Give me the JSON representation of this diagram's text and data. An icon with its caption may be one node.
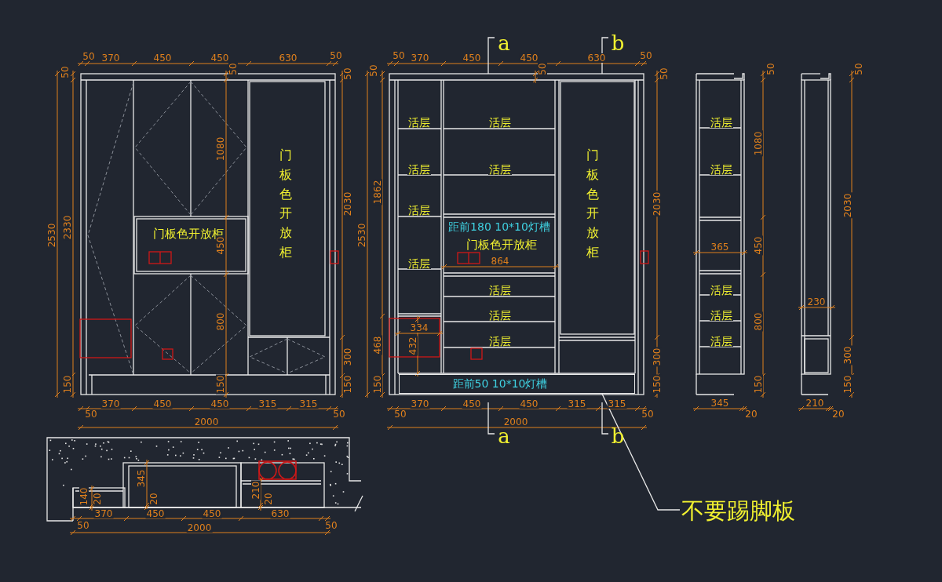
{
  "diagram": {
    "nodes": [
      {
        "text": [
          "不要踢脚板"
        ]
      },
      {
        "text": [],
        "shape": "box"
      }
    ],
    "edges": [
      {
        "from": 0,
        "to": 1,
        "arrow": "none"
      }
    ],
    "labels": [
      "50",
      "370",
      "450",
      "450",
      "630",
      "50",
      "50",
      "50",
      "50",
      "1080",
      "门板色开放柜",
      "门板色开放柜",
      "2530",
      "2330",
      "450",
      "2030",
      "800",
      "300",
      "150",
      "150",
      "150",
      "370",
      "450",
      "450",
      "315",
      "315",
      "50",
      "50",
      "2000",
      "a",
      "b",
      "50",
      "370",
      "450",
      "450",
      "630",
      "50",
      "50",
      "50",
      "50",
      "活层",
      "活层",
      "活层",
      "活层",
      "门板色开放柜",
      "1862",
      "2530",
      "2030",
      "活层",
      "距前180 10*10灯槽",
      "门板色开放柜",
      "864",
      "活层",
      "活层",
      "活层",
      "334",
      "468",
      "432",
      "活层",
      "300",
      "150",
      "150",
      "距前50 10*10灯槽",
      "370",
      "450",
      "450",
      "315",
      "315",
      "50",
      "50",
      "2000",
      "a",
      "b",
      "50",
      "活层",
      "1080",
      "活层",
      "365",
      "450",
      "活层",
      "活层",
      "800",
      "活层",
      "150",
      "345",
      "20",
      "50",
      "2030",
      "230",
      "300",
      "150",
      "210",
      "20",
      "345",
      "140",
      "20",
      "20",
      "210",
      "20",
      "370",
      "450",
      "450",
      "630",
      "50",
      "2000",
      "50"
    ]
  }
}
